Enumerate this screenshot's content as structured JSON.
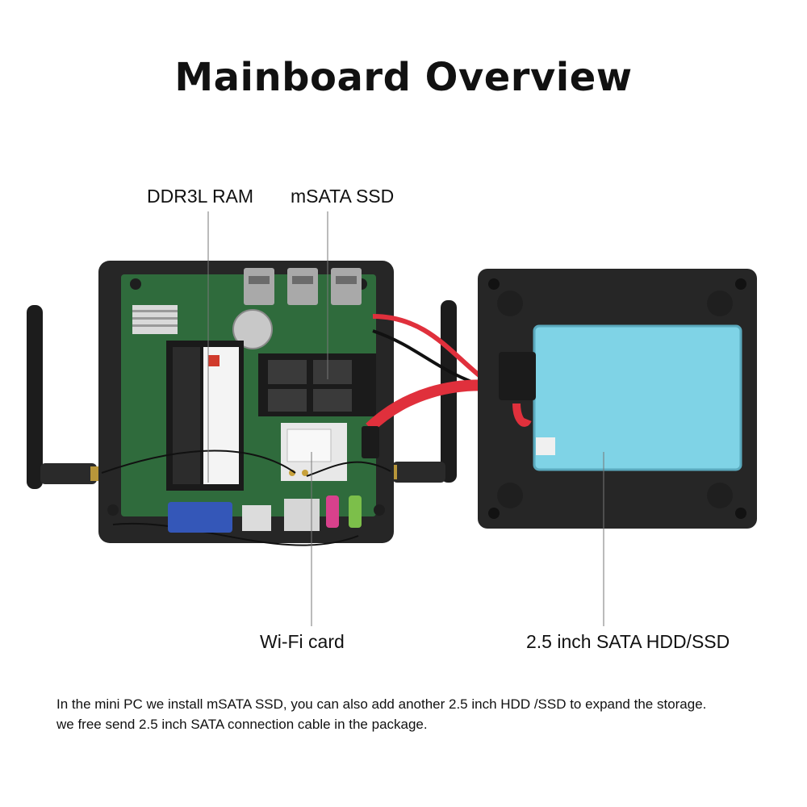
{
  "title": "Mainboard Overview",
  "callouts": {
    "ram": "DDR3L RAM",
    "msata": "mSATA SSD",
    "wifi": "Wi-Fi card",
    "hdd": "2.5 inch SATA HDD/SSD"
  },
  "description": {
    "line1": "In the mini PC we install mSATA SSD, you can also add another 2.5 inch HDD /SSD to expand the storage.",
    "line2": "we free send 2.5 inch SATA connection cable in the package."
  },
  "colors": {
    "case": "#262626",
    "board": "#2f6b3c",
    "drive": "#7fd3e6",
    "cable": "#e0303c"
  }
}
